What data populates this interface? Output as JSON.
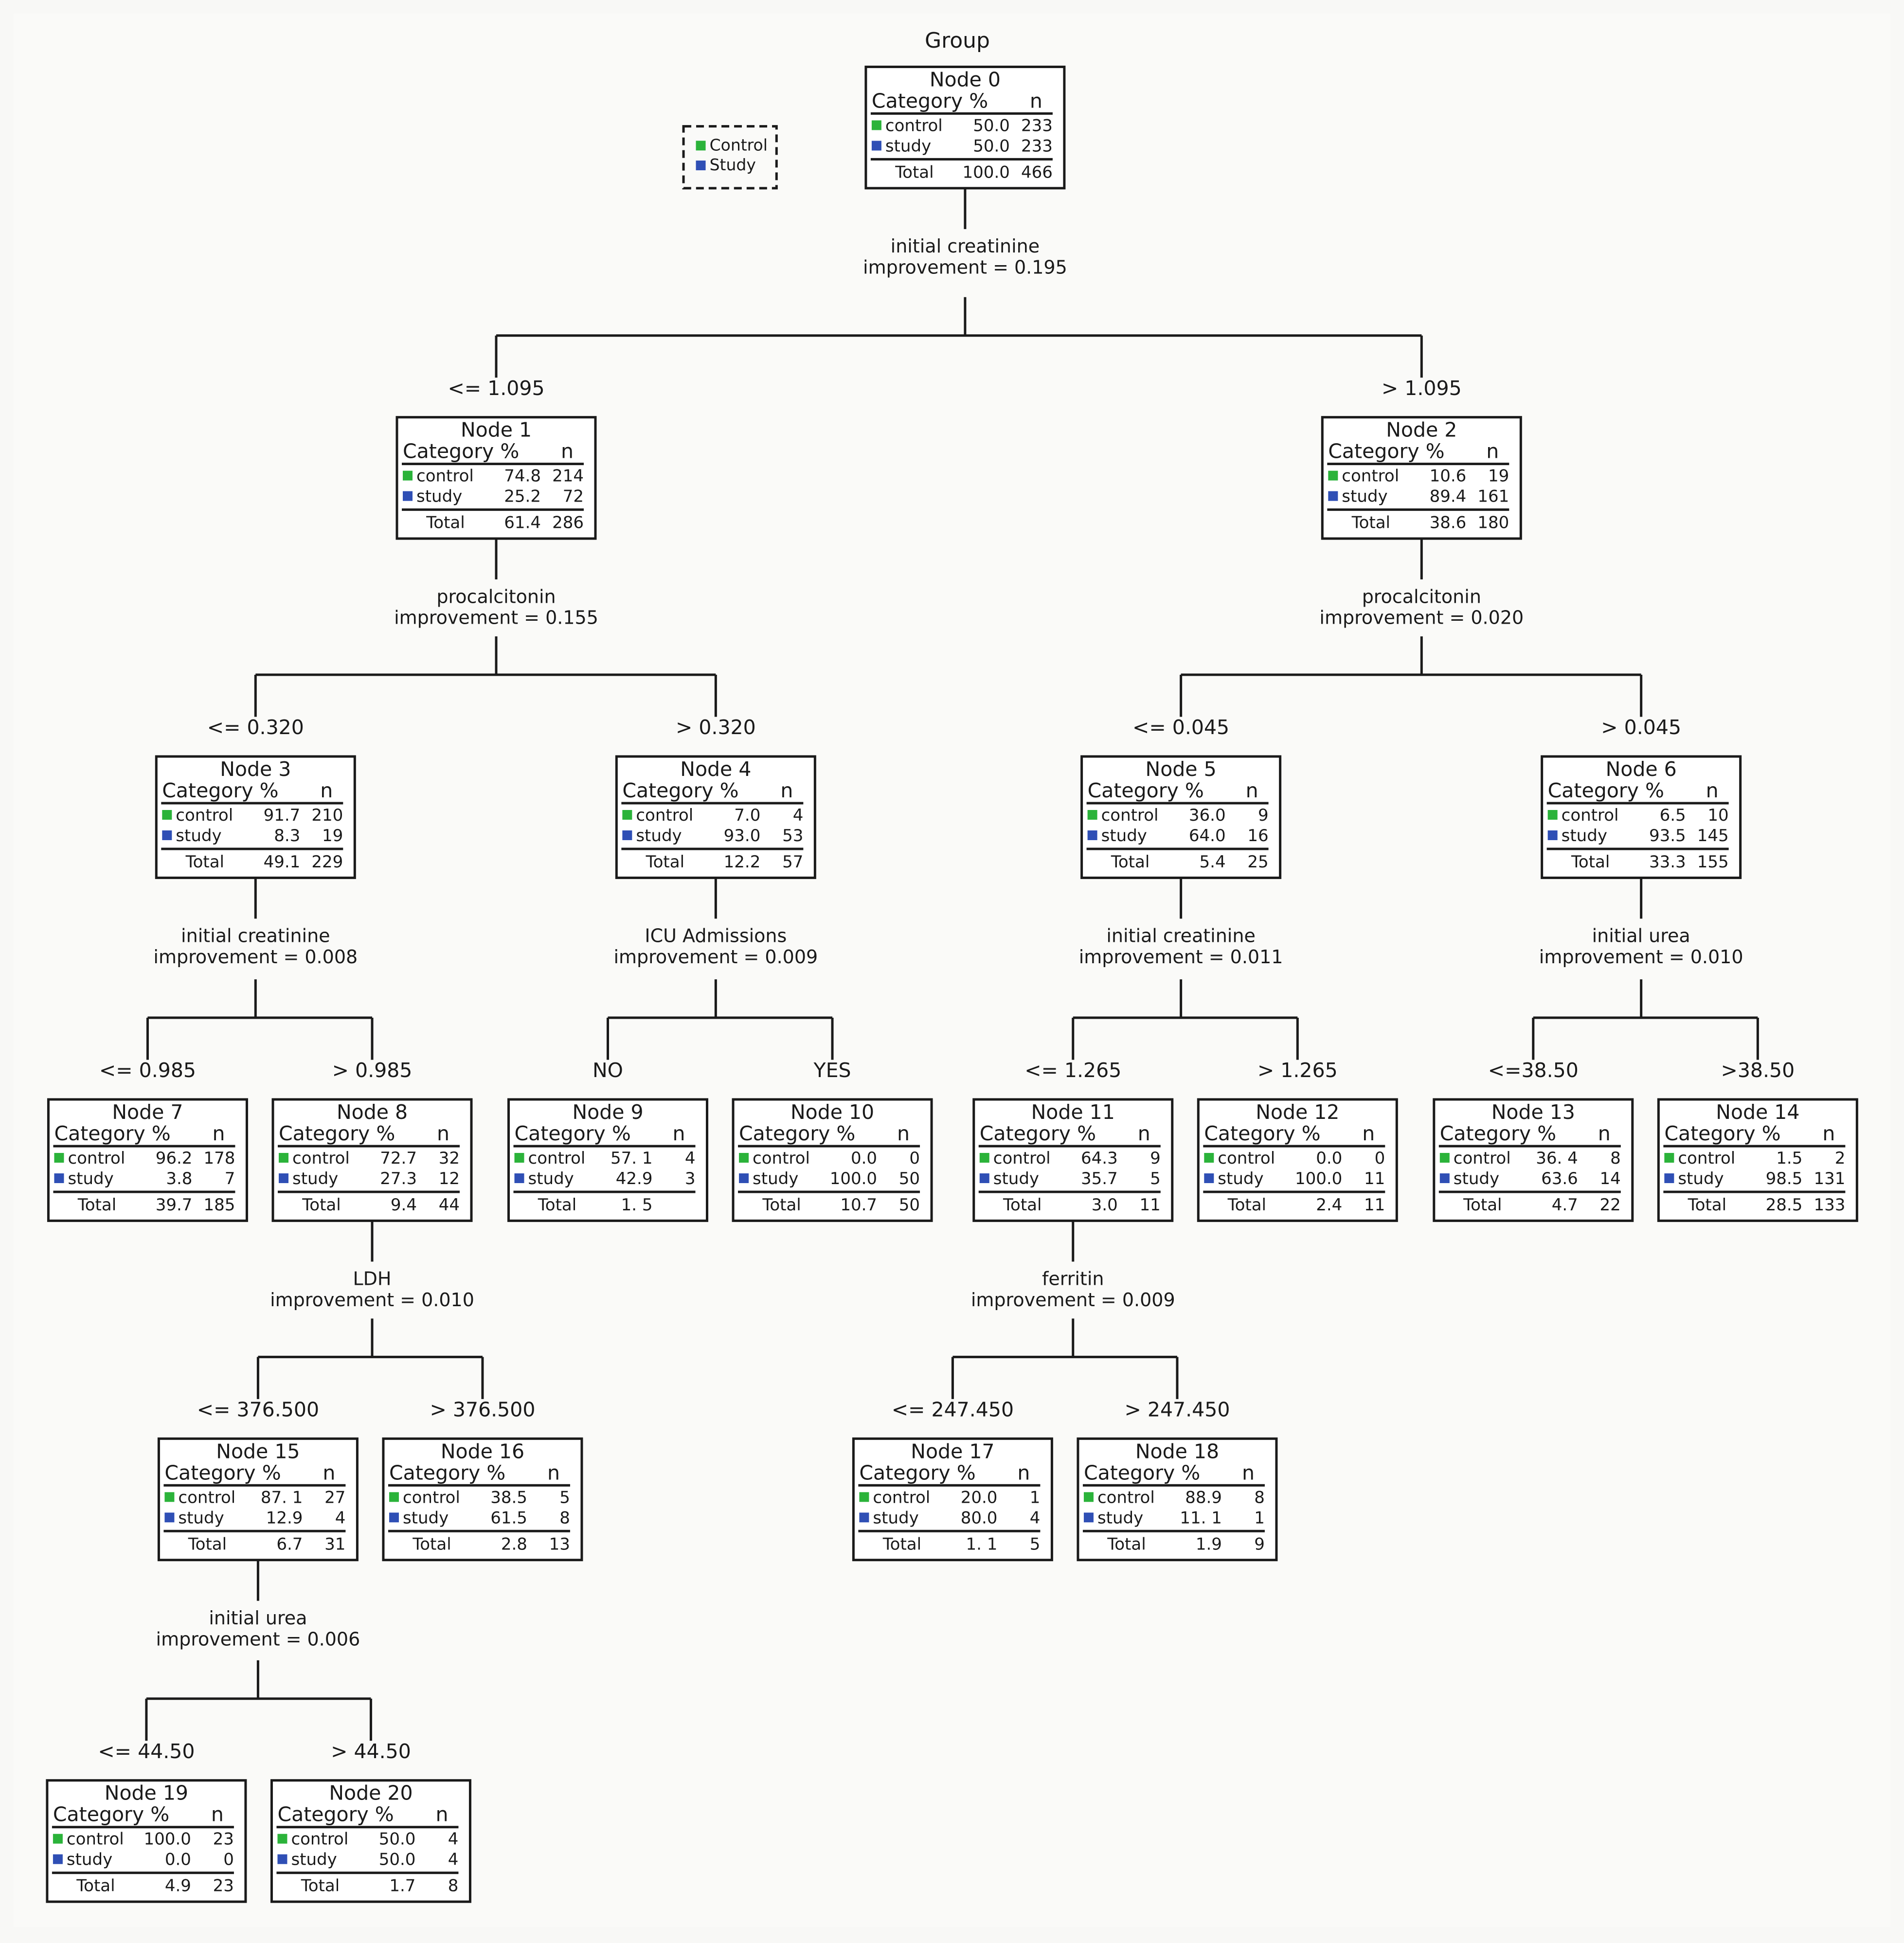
{
  "title": "Group",
  "legend": [
    {
      "label": "Control",
      "color": "#2bb33a"
    },
    {
      "label": "Study",
      "color": "#2f4fb5"
    }
  ],
  "colors": {
    "control": "#2bb33a",
    "study": "#2f4fb5",
    "line": "#1a1a1a"
  },
  "headers": {
    "category": "Category %",
    "n": "n",
    "total": "Total"
  },
  "nodes": [
    {
      "id": 0,
      "label": "Node 0",
      "control": {
        "name": "control",
        "pct": "50.0",
        "n": "233"
      },
      "study": {
        "name": "study",
        "pct": "50.0",
        "n": "233"
      },
      "total": {
        "pct": "100.0",
        "n": "466"
      }
    },
    {
      "id": 1,
      "label": "Node 1",
      "control": {
        "name": "control",
        "pct": "74.8",
        "n": "214"
      },
      "study": {
        "name": "study",
        "pct": "25.2",
        "n": "72"
      },
      "total": {
        "pct": "61.4",
        "n": "286"
      }
    },
    {
      "id": 2,
      "label": "Node 2",
      "control": {
        "name": "control",
        "pct": "10.6",
        "n": "19"
      },
      "study": {
        "name": "study",
        "pct": "89.4",
        "n": "161"
      },
      "total": {
        "pct": "38.6",
        "n": "180"
      }
    },
    {
      "id": 3,
      "label": "Node 3",
      "control": {
        "name": "control",
        "pct": "91.7",
        "n": "210"
      },
      "study": {
        "name": "study",
        "pct": "8.3",
        "n": "19"
      },
      "total": {
        "pct": "49.1",
        "n": "229"
      }
    },
    {
      "id": 4,
      "label": "Node 4",
      "control": {
        "name": "control",
        "pct": "7.0",
        "n": "4"
      },
      "study": {
        "name": "study",
        "pct": "93.0",
        "n": "53"
      },
      "total": {
        "pct": "12.2",
        "n": "57"
      }
    },
    {
      "id": 5,
      "label": "Node 5",
      "control": {
        "name": "control",
        "pct": "36.0",
        "n": "9"
      },
      "study": {
        "name": "study",
        "pct": "64.0",
        "n": "16"
      },
      "total": {
        "pct": "5.4",
        "n": "25"
      }
    },
    {
      "id": 6,
      "label": "Node 6",
      "control": {
        "name": "control",
        "pct": "6.5",
        "n": "10"
      },
      "study": {
        "name": "study",
        "pct": "93.5",
        "n": "145"
      },
      "total": {
        "pct": "33.3",
        "n": "155"
      }
    },
    {
      "id": 7,
      "label": "Node 7",
      "control": {
        "name": "control",
        "pct": "96.2",
        "n": "178"
      },
      "study": {
        "name": "study",
        "pct": "3.8",
        "n": "7"
      },
      "total": {
        "pct": "39.7",
        "n": "185"
      }
    },
    {
      "id": 8,
      "label": "Node 8",
      "control": {
        "name": "control",
        "pct": "72.7",
        "n": "32"
      },
      "study": {
        "name": "study",
        "pct": "27.3",
        "n": "12"
      },
      "total": {
        "pct": "9.4",
        "n": "44"
      }
    },
    {
      "id": 9,
      "label": "Node 9",
      "control": {
        "name": "control",
        "pct": "57. 1",
        "n": "4"
      },
      "study": {
        "name": "study",
        "pct": "42.9",
        "n": "3"
      },
      "total": {
        "pct": "1. 5",
        "n": ""
      }
    },
    {
      "id": 10,
      "label": "Node 10",
      "control": {
        "name": "control",
        "pct": "0.0",
        "n": "0"
      },
      "study": {
        "name": "study",
        "pct": "100.0",
        "n": "50"
      },
      "total": {
        "pct": "10.7",
        "n": "50"
      }
    },
    {
      "id": 11,
      "label": "Node 11",
      "control": {
        "name": "control",
        "pct": "64.3",
        "n": "9"
      },
      "study": {
        "name": "study",
        "pct": "35.7",
        "n": "5"
      },
      "total": {
        "pct": "3.0",
        "n": "11"
      }
    },
    {
      "id": 12,
      "label": "Node 12",
      "control": {
        "name": "control",
        "pct": "0.0",
        "n": "0"
      },
      "study": {
        "name": "study",
        "pct": "100.0",
        "n": "11"
      },
      "total": {
        "pct": "2.4",
        "n": "11"
      }
    },
    {
      "id": 13,
      "label": "Node 13",
      "control": {
        "name": "control",
        "pct": "36. 4",
        "n": "8"
      },
      "study": {
        "name": "study",
        "pct": "63.6",
        "n": "14"
      },
      "total": {
        "pct": "4.7",
        "n": "22"
      }
    },
    {
      "id": 14,
      "label": "Node 14",
      "control": {
        "name": "control",
        "pct": "1.5",
        "n": "2"
      },
      "study": {
        "name": "study",
        "pct": "98.5",
        "n": "131"
      },
      "total": {
        "pct": "28.5",
        "n": "133"
      }
    },
    {
      "id": 15,
      "label": "Node 15",
      "control": {
        "name": "control",
        "pct": "87. 1",
        "n": "27"
      },
      "study": {
        "name": "study",
        "pct": "12.9",
        "n": "4"
      },
      "total": {
        "pct": "6.7",
        "n": "31"
      }
    },
    {
      "id": 16,
      "label": "Node 16",
      "control": {
        "name": "control",
        "pct": "38.5",
        "n": "5"
      },
      "study": {
        "name": "study",
        "pct": "61.5",
        "n": "8"
      },
      "total": {
        "pct": "2.8",
        "n": "13"
      }
    },
    {
      "id": 17,
      "label": "Node 17",
      "control": {
        "name": "control",
        "pct": "20.0",
        "n": "1"
      },
      "study": {
        "name": "study",
        "pct": "80.0",
        "n": "4"
      },
      "total": {
        "pct": "1. 1",
        "n": "5"
      }
    },
    {
      "id": 18,
      "label": "Node 18",
      "control": {
        "name": "control",
        "pct": "88.9",
        "n": "8"
      },
      "study": {
        "name": "study",
        "pct": "11. 1",
        "n": "1"
      },
      "total": {
        "pct": "1.9",
        "n": "9"
      }
    },
    {
      "id": 19,
      "label": "Node 19",
      "control": {
        "name": "control",
        "pct": "100.0",
        "n": "23"
      },
      "study": {
        "name": "study",
        "pct": "0.0",
        "n": "0"
      },
      "total": {
        "pct": "4.9",
        "n": "23"
      }
    },
    {
      "id": 20,
      "label": "Node 20",
      "control": {
        "name": "control",
        "pct": "50.0",
        "n": "4"
      },
      "study": {
        "name": "study",
        "pct": "50.0",
        "n": "4"
      },
      "total": {
        "pct": "1.7",
        "n": "8"
      }
    }
  ],
  "splits": [
    {
      "parent": 0,
      "variable": "initial creatinine",
      "improvement": "improvement = 0.195",
      "left": {
        "child": 1,
        "cond": "<= 1.095"
      },
      "right": {
        "child": 2,
        "cond": "> 1.095"
      }
    },
    {
      "parent": 1,
      "variable": "procalcitonin",
      "improvement": "improvement = 0.155",
      "left": {
        "child": 3,
        "cond": "<= 0.320"
      },
      "right": {
        "child": 4,
        "cond": "> 0.320"
      }
    },
    {
      "parent": 2,
      "variable": "procalcitonin",
      "improvement": "improvement = 0.020",
      "left": {
        "child": 5,
        "cond": "<= 0.045"
      },
      "right": {
        "child": 6,
        "cond": "> 0.045"
      }
    },
    {
      "parent": 3,
      "variable": "initial creatinine",
      "improvement": "improvement = 0.008",
      "left": {
        "child": 7,
        "cond": "<= 0.985"
      },
      "right": {
        "child": 8,
        "cond": "> 0.985"
      }
    },
    {
      "parent": 4,
      "variable": "ICU Admissions",
      "improvement": "improvement = 0.009",
      "left": {
        "child": 9,
        "cond": "NO"
      },
      "right": {
        "child": 10,
        "cond": "YES"
      }
    },
    {
      "parent": 5,
      "variable": "initial creatinine",
      "improvement": "improvement = 0.011",
      "left": {
        "child": 11,
        "cond": "<= 1.265"
      },
      "right": {
        "child": 12,
        "cond": "> 1.265"
      }
    },
    {
      "parent": 6,
      "variable": "initial urea",
      "improvement": "improvement = 0.010",
      "left": {
        "child": 13,
        "cond": "<=38.50"
      },
      "right": {
        "child": 14,
        "cond": ">38.50"
      }
    },
    {
      "parent": 8,
      "variable": "LDH",
      "improvement": "improvement = 0.010",
      "left": {
        "child": 15,
        "cond": "<= 376.500"
      },
      "right": {
        "child": 16,
        "cond": "> 376.500"
      }
    },
    {
      "parent": 11,
      "variable": "ferritin",
      "improvement": "improvement = 0.009",
      "left": {
        "child": 17,
        "cond": "<= 247.450"
      },
      "right": {
        "child": 18,
        "cond": "> 247.450"
      }
    },
    {
      "parent": 15,
      "variable": "initial urea",
      "improvement": "improvement = 0.006",
      "left": {
        "child": 19,
        "cond": "<= 44.50"
      },
      "right": {
        "child": 20,
        "cond": "> 44.50"
      }
    }
  ]
}
